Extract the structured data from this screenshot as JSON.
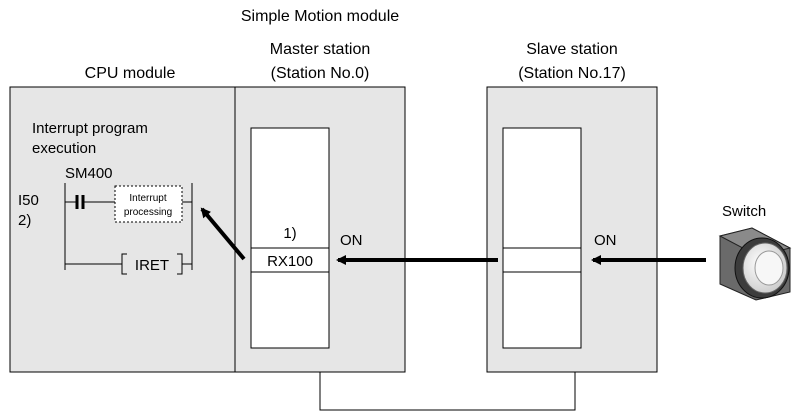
{
  "labels": {
    "simple_motion_module": "Simple Motion module",
    "master_station_line1": "Master station",
    "master_station_line2": "(Station No.0)",
    "slave_station_line1": "Slave station",
    "slave_station_line2": "(Station No.17)",
    "cpu_module": "CPU module",
    "interrupt_program_line1": "Interrupt program",
    "interrupt_program_line2": "execution",
    "contact_label": "SM400",
    "interrupt_pointer": "I50",
    "step_2": "2)",
    "interrupt_processing_line1": "Interrupt",
    "interrupt_processing_line2": "processing",
    "iret": "IRET",
    "step_1": "1)",
    "device_rx": "RX100",
    "on_master": "ON",
    "on_slave": "ON",
    "switch": "Switch"
  },
  "colors": {
    "module_fill": "#e6e6e6",
    "switch_body": "#555555",
    "switch_button": "#f2f2f2"
  }
}
